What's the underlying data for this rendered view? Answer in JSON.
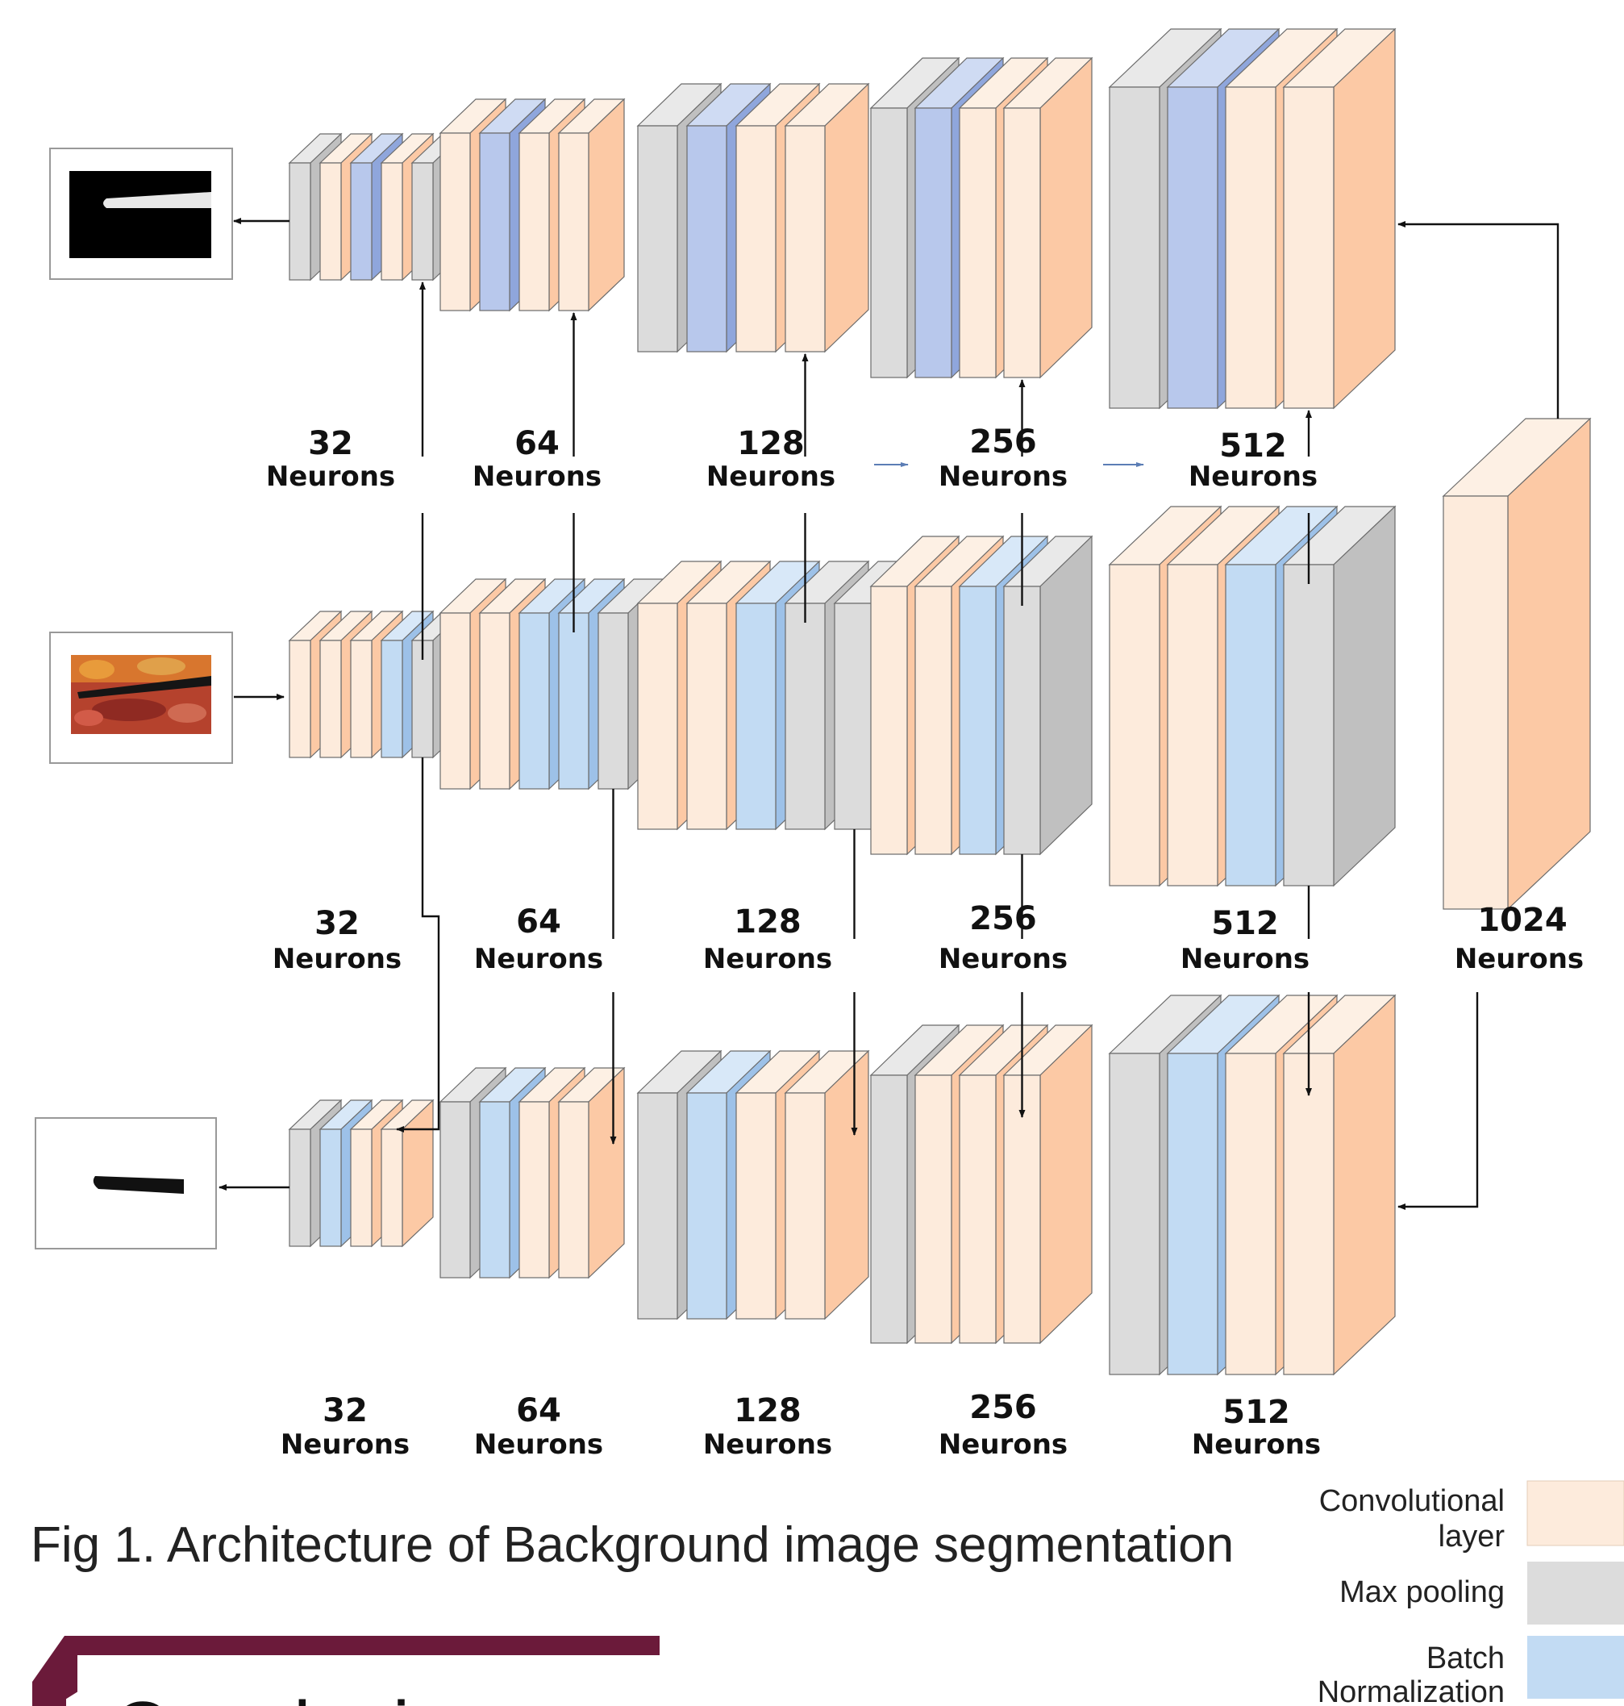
{
  "colors": {
    "conv_front": "#fdebdc",
    "conv_side": "#fcc9a5",
    "conv_top": "#fdf0e4",
    "pool_front": "#dcdcdc",
    "pool_side": "#c0c0c0",
    "pool_top": "#e9e9e9",
    "bn_blue_front": "#b8c8ec",
    "bn_blue_side": "#8fa6dc",
    "bn_blue_top": "#cfdbf3",
    "bn_light_front": "#c2dbf3",
    "bn_light_side": "#9dc1e8",
    "bn_light_top": "#d8e8f8",
    "edge": "#6b6b6b",
    "accent": "#6b1a3a"
  },
  "rows": [
    {
      "name": "top-encoder",
      "neuron_labels": [
        {
          "number": "32",
          "unit": "Neurons"
        },
        {
          "number": "64",
          "unit": "Neurons"
        },
        {
          "number": "128",
          "unit": "Neurons"
        },
        {
          "number": "256",
          "unit": "Neurons"
        },
        {
          "number": "512",
          "unit": "Neurons"
        }
      ]
    },
    {
      "name": "middle-encoder",
      "neuron_labels": [
        {
          "number": "32",
          "unit": "Neurons"
        },
        {
          "number": "64",
          "unit": "Neurons"
        },
        {
          "number": "128",
          "unit": "Neurons"
        },
        {
          "number": "256",
          "unit": "Neurons"
        },
        {
          "number": "512",
          "unit": "Neurons"
        }
      ]
    },
    {
      "name": "bottom-decoder",
      "neuron_labels": [
        {
          "number": "32",
          "unit": "Neurons"
        },
        {
          "number": "64",
          "unit": "Neurons"
        },
        {
          "number": "128",
          "unit": "Neurons"
        },
        {
          "number": "256",
          "unit": "Neurons"
        },
        {
          "number": "512",
          "unit": "Neurons"
        }
      ]
    }
  ],
  "bottleneck_label": {
    "number": "1024",
    "unit": "Neurons"
  },
  "caption": "Fig 1. Architecture of Background image segmentation",
  "legend": [
    {
      "line1": "Convolutional",
      "line2": "layer",
      "color": "#fdebdc"
    },
    {
      "line1": "Max pooling",
      "line2": "",
      "color": "#dcdcdc"
    },
    {
      "line1": "Batch",
      "line2": "Normalization",
      "color": "#c2dbf3"
    }
  ],
  "section_title": "Conclusions"
}
